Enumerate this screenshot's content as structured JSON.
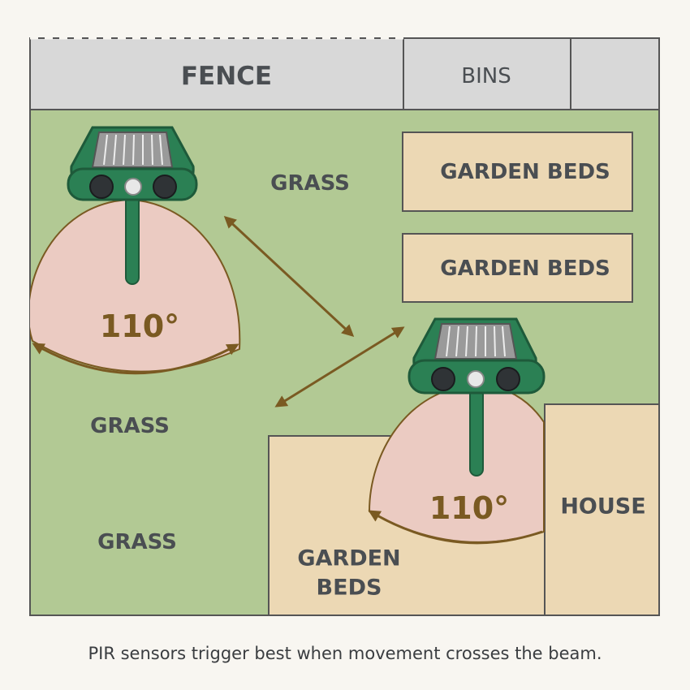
{
  "labels": {
    "fence": "FENCE",
    "bins": "BINS",
    "grass_top": "GRASS",
    "grass_mid": "GRASS",
    "grass_bottom": "GRASS",
    "garden_beds_1": "GARDEN BEDS",
    "garden_beds_2": "GARDEN BEDS",
    "garden_beds_3_line1": "GARDEN",
    "garden_beds_3_line2": "BEDS",
    "house": "HOUSE"
  },
  "sensors": [
    {
      "id": "left",
      "angle_label": "110°"
    },
    {
      "id": "right",
      "angle_label": "110°"
    }
  ],
  "caption": "PIR sensors trigger best when movement crosses the beam.",
  "colors": {
    "grass": "#b2c994",
    "bed": "#ecd8b4",
    "fence": "#d8d8d8",
    "outline": "#555555",
    "fov": "#ebcbc2",
    "arrow": "#7a5a22",
    "sensor_body": "#2b8054",
    "sensor_dark": "#1e5a3a",
    "solar_panel": "#9a9a9a"
  },
  "icons": [
    "solar-sensor-icon",
    "double-arrow-icon"
  ]
}
